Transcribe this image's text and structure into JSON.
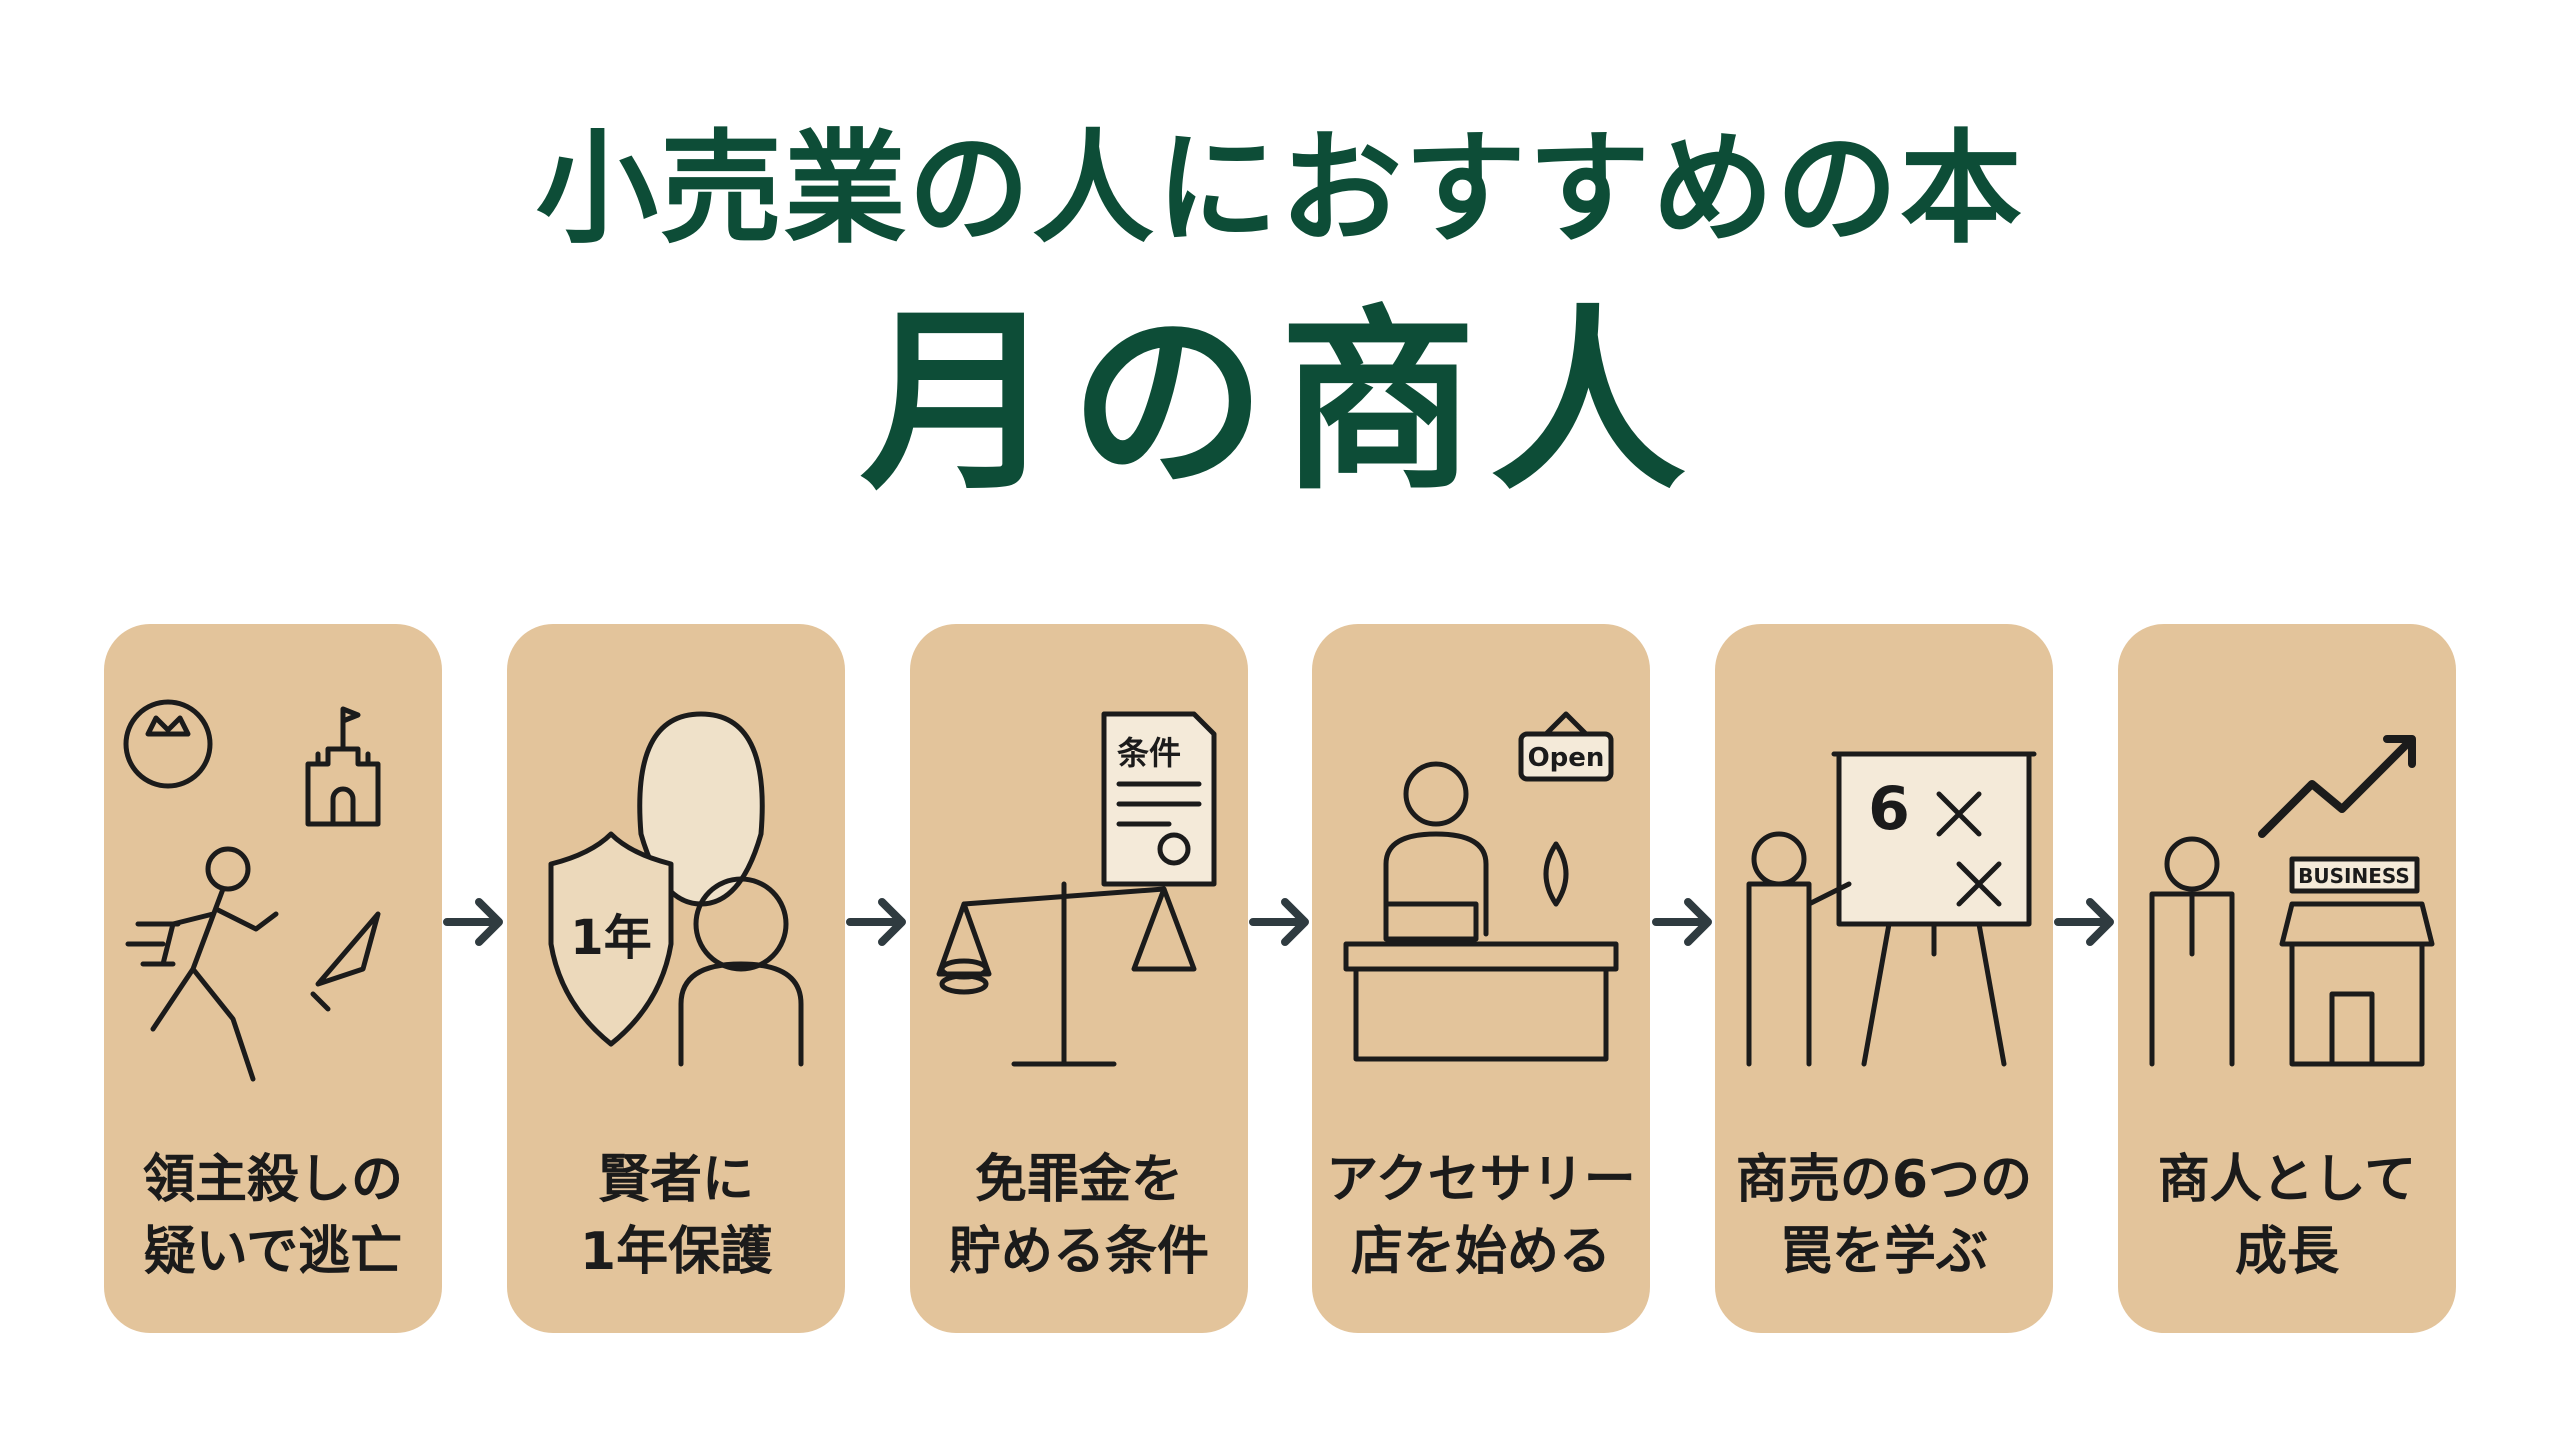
{
  "title": {
    "line1": "小売業の人におすすめの本",
    "line2": "月の商人"
  },
  "colors": {
    "title": "#0d4d37",
    "card": "#e3c49b",
    "arrow": "#2f3b40",
    "ink": "#1b1b1b"
  },
  "steps": [
    {
      "label": "領主殺しの\n疑いで逃亡",
      "icon": "running-man-castle-dagger-icon"
    },
    {
      "label": "賢者に\n1年保護",
      "icon": "sage-shield-boy-icon",
      "icon_text": "1年"
    },
    {
      "label": "免罪金を\n貯める条件",
      "icon": "scale-contract-icon",
      "icon_text": "条件"
    },
    {
      "label": "アクセサリー\n店を始める",
      "icon": "accessory-shop-icon",
      "icon_text": "Open"
    },
    {
      "label": "商売の6つの\n罠を学ぶ",
      "icon": "presentation-board-icon",
      "icon_text": "6"
    },
    {
      "label": "商人として\n成長",
      "icon": "business-growth-icon",
      "icon_text": "BUSINESS"
    }
  ]
}
